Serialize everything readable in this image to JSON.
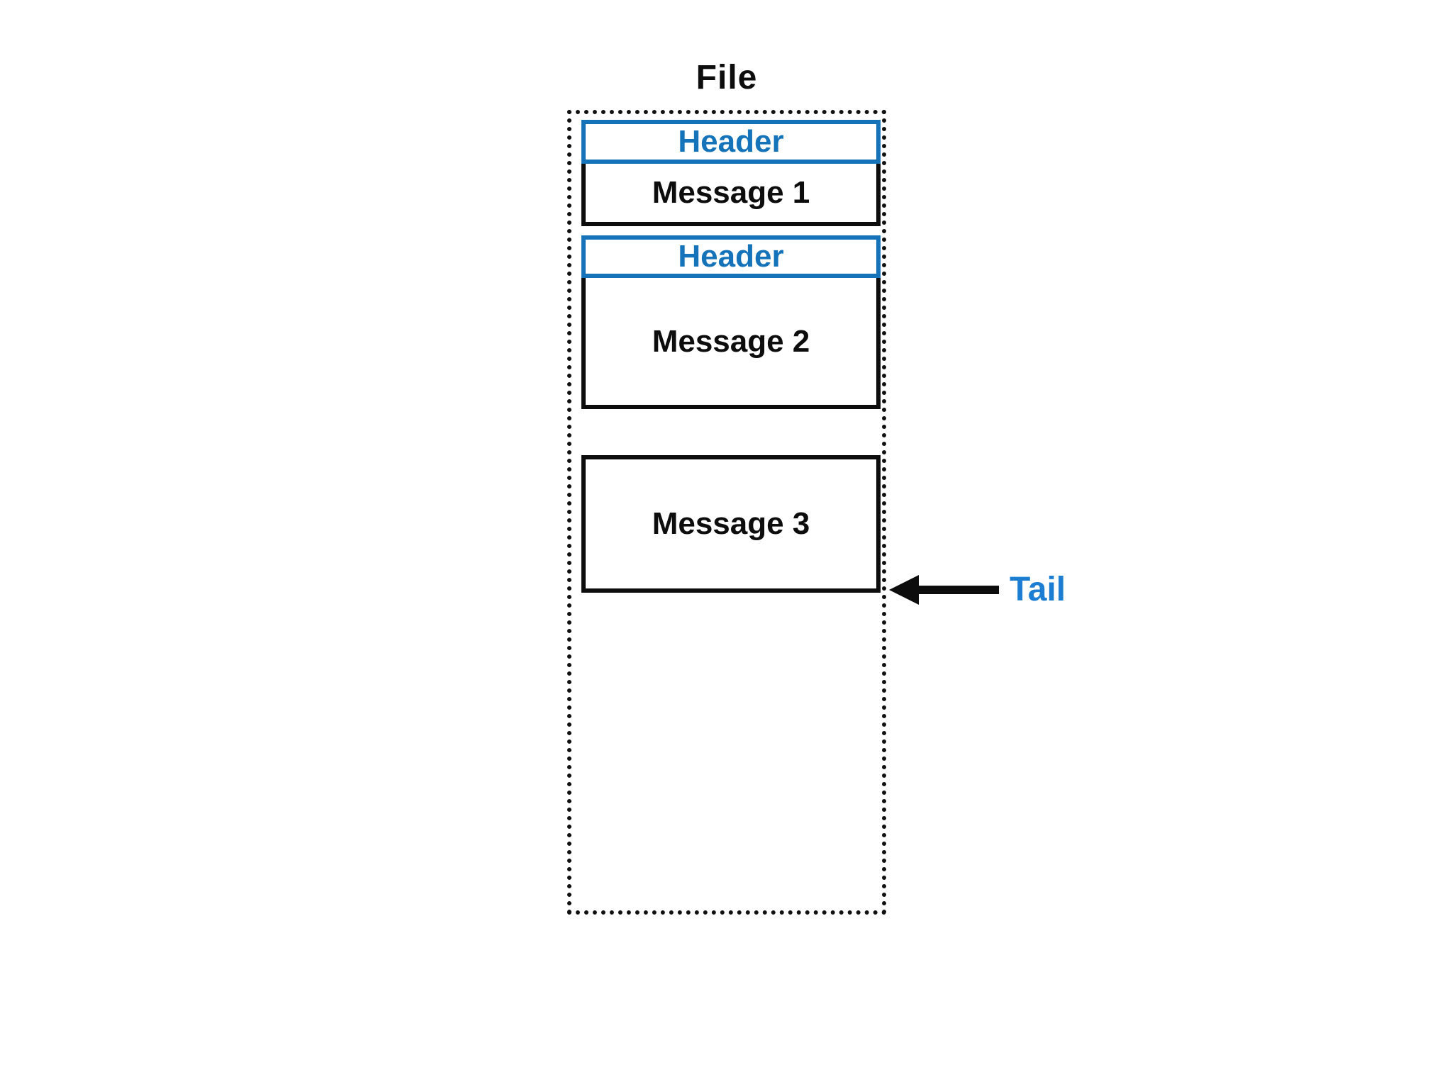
{
  "diagram": {
    "title": "File",
    "segments": [
      {
        "kind": "header",
        "label": "Header"
      },
      {
        "kind": "message",
        "label": "Message 1"
      },
      {
        "kind": "header",
        "label": "Header"
      },
      {
        "kind": "message",
        "label": "Message 2"
      },
      {
        "kind": "message",
        "label": "Message 3"
      }
    ],
    "pointer": {
      "label": "Tail",
      "icon": "left-arrow-icon",
      "points_to": "end of Message 3"
    },
    "colors": {
      "header_blue": "#1573B9",
      "pointer_blue": "#1B7ED3",
      "line_black": "#0d0d0d",
      "background": "#ffffff"
    }
  }
}
